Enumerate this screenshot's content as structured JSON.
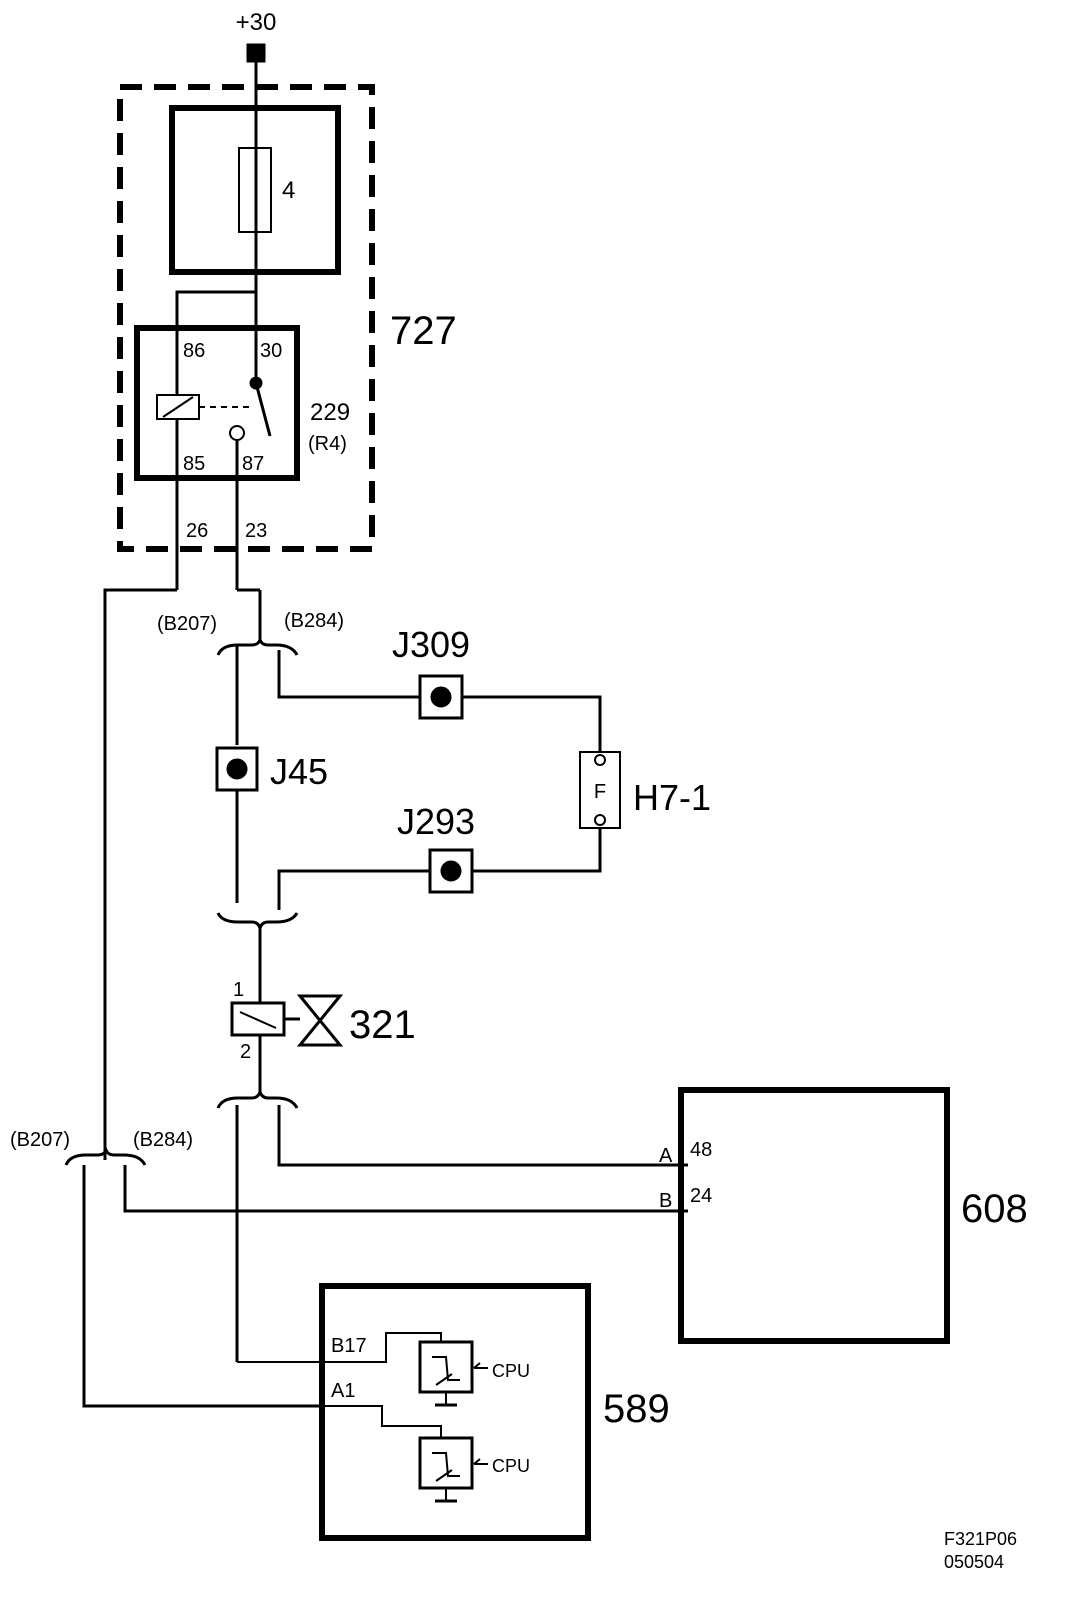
{
  "supply": {
    "label": "+30"
  },
  "unit_727": {
    "label": "727"
  },
  "fuse": {
    "label": "4"
  },
  "relay": {
    "label": "229",
    "sublabel": "(R4)",
    "pins": {
      "p86": "86",
      "p30": "30",
      "p85": "85",
      "p87": "87"
    }
  },
  "unit_727_pins": {
    "p26": "26",
    "p23": "23"
  },
  "connectors_top": {
    "left": "(B207)",
    "right": "(B284)"
  },
  "connectors_bottom": {
    "left": "(B207)",
    "right": "(B284)"
  },
  "junctions": {
    "j309": "J309",
    "j45": "J45",
    "j293": "J293"
  },
  "fuse_holder": {
    "label": "H7-1",
    "inner": "F"
  },
  "valve": {
    "label": "321",
    "pin1": "1",
    "pin2": "2"
  },
  "module_608": {
    "label": "608",
    "pinA_letter": "A",
    "pinA_num": "48",
    "pinB_letter": "B",
    "pinB_num": "24"
  },
  "module_589": {
    "label": "589",
    "pin_b17": "B17",
    "pin_a1": "A1",
    "cpu1": "CPU",
    "cpu2": "CPU"
  },
  "footer": {
    "code": "F321P06",
    "date": "050504"
  },
  "colors": {
    "line": "#000000",
    "background": "#ffffff"
  }
}
